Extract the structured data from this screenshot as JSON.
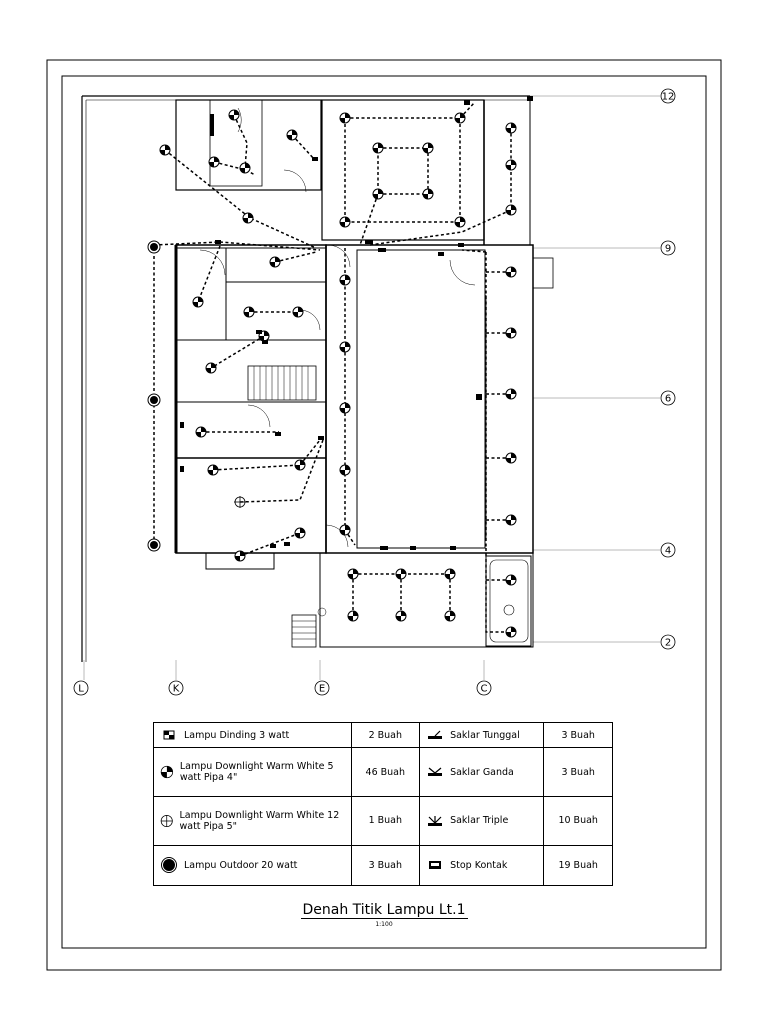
{
  "drawing": {
    "title": "Denah Titik Lampu Lt.1",
    "scale": "1:100"
  },
  "grid_labels": {
    "rows": [
      "12",
      "9",
      "6",
      "4",
      "2"
    ],
    "cols": [
      "L",
      "K",
      "E",
      "C"
    ]
  },
  "legend": {
    "rows": [
      {
        "left_icon": "wall-lamp-icon",
        "left_label": "Lampu Dinding 3 watt",
        "left_count": "2 Buah",
        "right_icon": "single-switch-icon",
        "right_label": "Saklar Tunggal",
        "right_count": "3 Buah"
      },
      {
        "left_icon": "downlight-5w-icon",
        "left_label": "Lampu Downlight Warm White 5 watt Pipa 4\"",
        "left_count": "46 Buah",
        "right_icon": "double-switch-icon",
        "right_label": "Saklar Ganda",
        "right_count": "3 Buah"
      },
      {
        "left_icon": "downlight-12w-icon",
        "left_label": "Lampu Downlight Warm White 12 watt Pipa 5\"",
        "left_count": "1 Buah",
        "right_icon": "triple-switch-icon",
        "right_label": "Saklar Triple",
        "right_count": "10 Buah"
      },
      {
        "left_icon": "outdoor-lamp-icon",
        "left_label": "Lampu Outdoor 20 watt",
        "left_count": "3 Buah",
        "right_icon": "socket-icon",
        "right_label": "Stop Kontak",
        "right_count": "19 Buah"
      }
    ]
  }
}
